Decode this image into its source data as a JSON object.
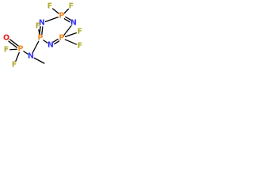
{
  "molecule": {
    "atom_colors": {
      "F": "#b2ac2f",
      "P": "#f08a23",
      "N": "#3838f2",
      "O": "#ee1f1f"
    },
    "atoms": [
      {
        "id": "p_top",
        "element": "P"
      },
      {
        "id": "p_right",
        "element": "P"
      },
      {
        "id": "p_left",
        "element": "P"
      },
      {
        "id": "p_side",
        "element": "P"
      },
      {
        "id": "n_ring_top_left",
        "element": "N"
      },
      {
        "id": "n_ring_top_right",
        "element": "N"
      },
      {
        "id": "n_ring_bottom",
        "element": "N"
      },
      {
        "id": "n_amide",
        "element": "N"
      },
      {
        "id": "f_top_left",
        "element": "F"
      },
      {
        "id": "f_top_right",
        "element": "F"
      },
      {
        "id": "f_right_top",
        "element": "F"
      },
      {
        "id": "f_right_bottom",
        "element": "F"
      },
      {
        "id": "f_left_ring",
        "element": "F"
      },
      {
        "id": "f_side_left",
        "element": "F"
      },
      {
        "id": "f_side_right",
        "element": "F"
      },
      {
        "id": "o_side",
        "element": "O"
      }
    ],
    "bonds": [
      {
        "a": "p_top",
        "b": "n_ring_top_left",
        "order": 1
      },
      {
        "a": "p_top",
        "b": "n_ring_top_right",
        "order": 2
      },
      {
        "a": "n_ring_top_right",
        "b": "p_right",
        "order": 1
      },
      {
        "a": "p_right",
        "b": "n_ring_bottom",
        "order": 2
      },
      {
        "a": "n_ring_bottom",
        "b": "p_left",
        "order": 1
      },
      {
        "a": "p_left",
        "b": "n_ring_top_left",
        "order": 2
      },
      {
        "a": "p_top",
        "b": "f_top_left",
        "order": 1
      },
      {
        "a": "p_top",
        "b": "f_top_right",
        "order": 1
      },
      {
        "a": "p_right",
        "b": "f_right_top",
        "order": 1
      },
      {
        "a": "p_right",
        "b": "f_right_bottom",
        "order": 1
      },
      {
        "a": "p_left",
        "b": "f_left_ring",
        "order": 1
      },
      {
        "a": "p_left",
        "b": "n_amide",
        "order": 1
      },
      {
        "a": "n_amide",
        "b": "p_side",
        "order": 1
      },
      {
        "a": "n_amide",
        "b": "methyl",
        "order": 1
      },
      {
        "a": "p_side",
        "b": "o_side",
        "order": 2
      },
      {
        "a": "p_side",
        "b": "f_side_left",
        "order": 1
      },
      {
        "a": "p_side",
        "b": "f_side_right",
        "order": 1
      }
    ]
  }
}
